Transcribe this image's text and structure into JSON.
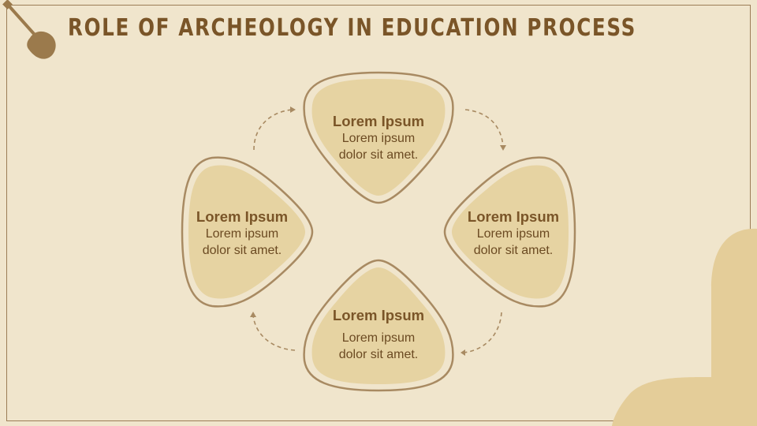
{
  "title": "ROLE OF ARCHEOLOGY IN EDUCATION PROCESS",
  "colors": {
    "background": "#f0e5cc",
    "shape_fill": "#e6d3a2",
    "outline": "#a88a62",
    "text": "#7a5528",
    "corner_blob": "#e4cd99"
  },
  "decor": {
    "icon": "shovel-icon"
  },
  "nodes": [
    {
      "id": "top",
      "heading": "Lorem Ipsum",
      "body": "Lorem ipsum\ndolor sit amet."
    },
    {
      "id": "right",
      "heading": "Lorem Ipsum",
      "body": "Lorem ipsum\ndolor sit amet."
    },
    {
      "id": "bottom",
      "heading": "Lorem Ipsum",
      "body": "Lorem ipsum\ndolor sit amet."
    },
    {
      "id": "left",
      "heading": "Lorem Ipsum",
      "body": "Lorem ipsum\ndolor sit amet."
    }
  ]
}
